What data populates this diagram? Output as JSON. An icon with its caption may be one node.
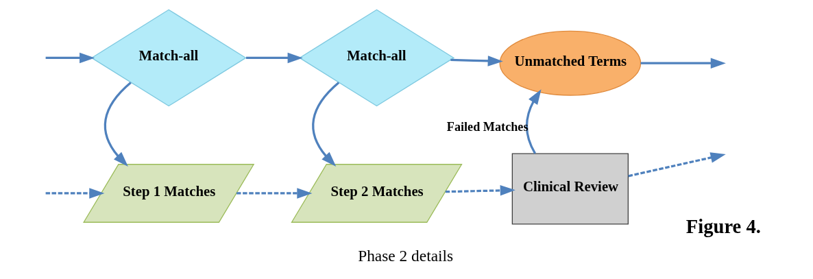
{
  "diagram": {
    "caption": "Phase 2 details",
    "nodes": [
      {
        "text": [
          "Match-all"
        ]
      },
      {
        "text": [
          "Match-all"
        ]
      },
      {
        "text": [
          "Unmatched Terms"
        ]
      },
      {
        "text": [
          "Step 1 Matches"
        ]
      },
      {
        "text": [
          "Step 2 Matches"
        ]
      },
      {
        "text": [
          "Clinical Review"
        ]
      }
    ],
    "edges": [
      {
        "from": null,
        "to": 0,
        "arrow": "to"
      },
      {
        "from": 0,
        "to": 1,
        "arrow": "to"
      },
      {
        "from": 1,
        "to": 2,
        "arrow": "to"
      },
      {
        "from": 2,
        "to": null,
        "arrow": "to"
      },
      {
        "from": 0,
        "to": 3,
        "arrow": "to"
      },
      {
        "from": 1,
        "to": 4,
        "arrow": "to"
      },
      {
        "from": 5,
        "to": 2,
        "arrow": "to",
        "label": "Failed Matches"
      },
      {
        "from": null,
        "to": 3,
        "arrow": "to",
        "style": "dashed"
      },
      {
        "from": 3,
        "to": 4,
        "arrow": "to",
        "style": "dashed"
      },
      {
        "from": 4,
        "to": 5,
        "arrow": "to",
        "style": "dashed"
      },
      {
        "from": 5,
        "to": null,
        "arrow": "to",
        "style": "dashed"
      }
    ],
    "labels": [
      "Figure 4."
    ]
  }
}
